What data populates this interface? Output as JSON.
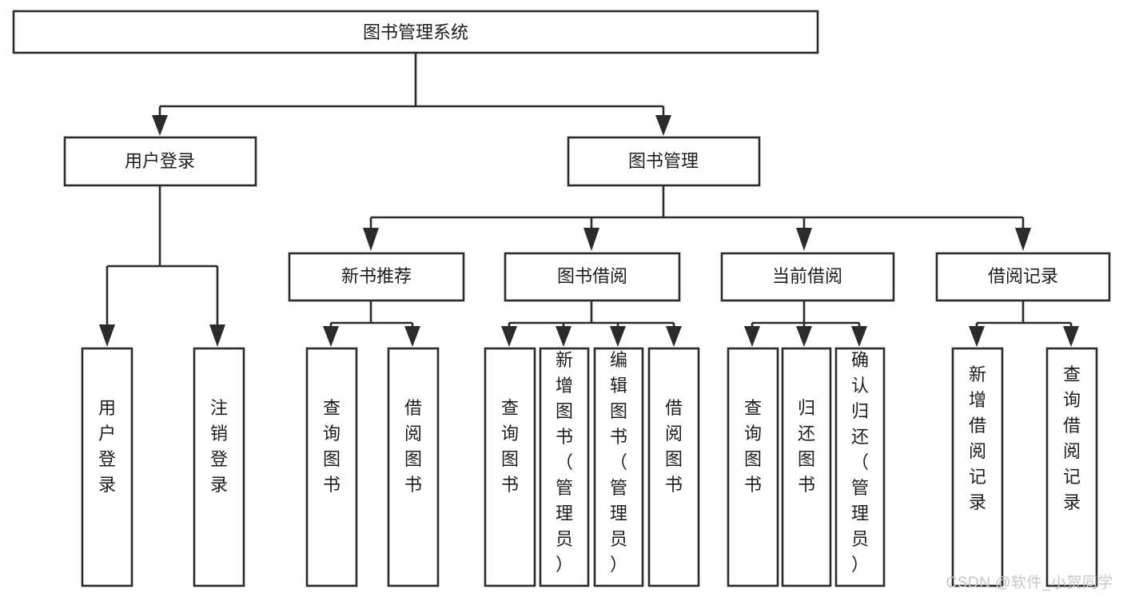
{
  "diagram": {
    "title": "图书管理系统",
    "type": "hierarchy-tree",
    "watermark": "CSDN @软件_小贺同学",
    "colors": {
      "box_stroke": "#2b2b2b",
      "box_fill": "#ffffff",
      "text": "#1d1d1d",
      "background": "#ffffff",
      "watermark": "#c7c7c7"
    },
    "levels": {
      "level1": [
        {
          "id": "root",
          "label": "图书管理系统",
          "orientation": "horizontal"
        }
      ],
      "level2": [
        {
          "id": "user-login",
          "label": "用户登录",
          "orientation": "horizontal"
        },
        {
          "id": "book-manage",
          "label": "图书管理",
          "orientation": "horizontal"
        }
      ],
      "level3": [
        {
          "id": "new-book-rec",
          "label": "新书推荐",
          "orientation": "horizontal"
        },
        {
          "id": "book-borrow",
          "label": "图书借阅",
          "orientation": "horizontal"
        },
        {
          "id": "current-borrow",
          "label": "当前借阅",
          "orientation": "horizontal"
        },
        {
          "id": "borrow-record",
          "label": "借阅记录",
          "orientation": "horizontal"
        }
      ],
      "level4": [
        {
          "id": "leaf-user-login",
          "label": "用户登录",
          "parent": "user-login",
          "orientation": "vertical"
        },
        {
          "id": "leaf-logout-login",
          "label": "注销登录",
          "parent": "user-login",
          "orientation": "vertical"
        },
        {
          "id": "leaf-query-book-1",
          "label": "查询图书",
          "parent": "new-book-rec",
          "orientation": "vertical"
        },
        {
          "id": "leaf-borrow-book-1",
          "label": "借阅图书",
          "parent": "new-book-rec",
          "orientation": "vertical"
        },
        {
          "id": "leaf-query-book-2",
          "label": "查询图书",
          "parent": "book-borrow",
          "orientation": "vertical"
        },
        {
          "id": "leaf-add-book",
          "label": "新增图书（管理员）",
          "parent": "book-borrow",
          "orientation": "vertical"
        },
        {
          "id": "leaf-edit-book",
          "label": "编辑图书（管理员）",
          "parent": "book-borrow",
          "orientation": "vertical"
        },
        {
          "id": "leaf-borrow-book-2",
          "label": "借阅图书",
          "parent": "book-borrow",
          "orientation": "vertical"
        },
        {
          "id": "leaf-query-book-3",
          "label": "查询图书",
          "parent": "current-borrow",
          "orientation": "vertical"
        },
        {
          "id": "leaf-return-book",
          "label": "归还图书",
          "parent": "current-borrow",
          "orientation": "vertical"
        },
        {
          "id": "leaf-confirm-return",
          "label": "确认归还（管理员）",
          "parent": "current-borrow",
          "orientation": "vertical"
        },
        {
          "id": "leaf-add-record",
          "label": "新增借阅记录",
          "parent": "borrow-record",
          "orientation": "vertical"
        },
        {
          "id": "leaf-query-record",
          "label": "查询借阅记录",
          "parent": "borrow-record",
          "orientation": "vertical"
        }
      ]
    }
  }
}
